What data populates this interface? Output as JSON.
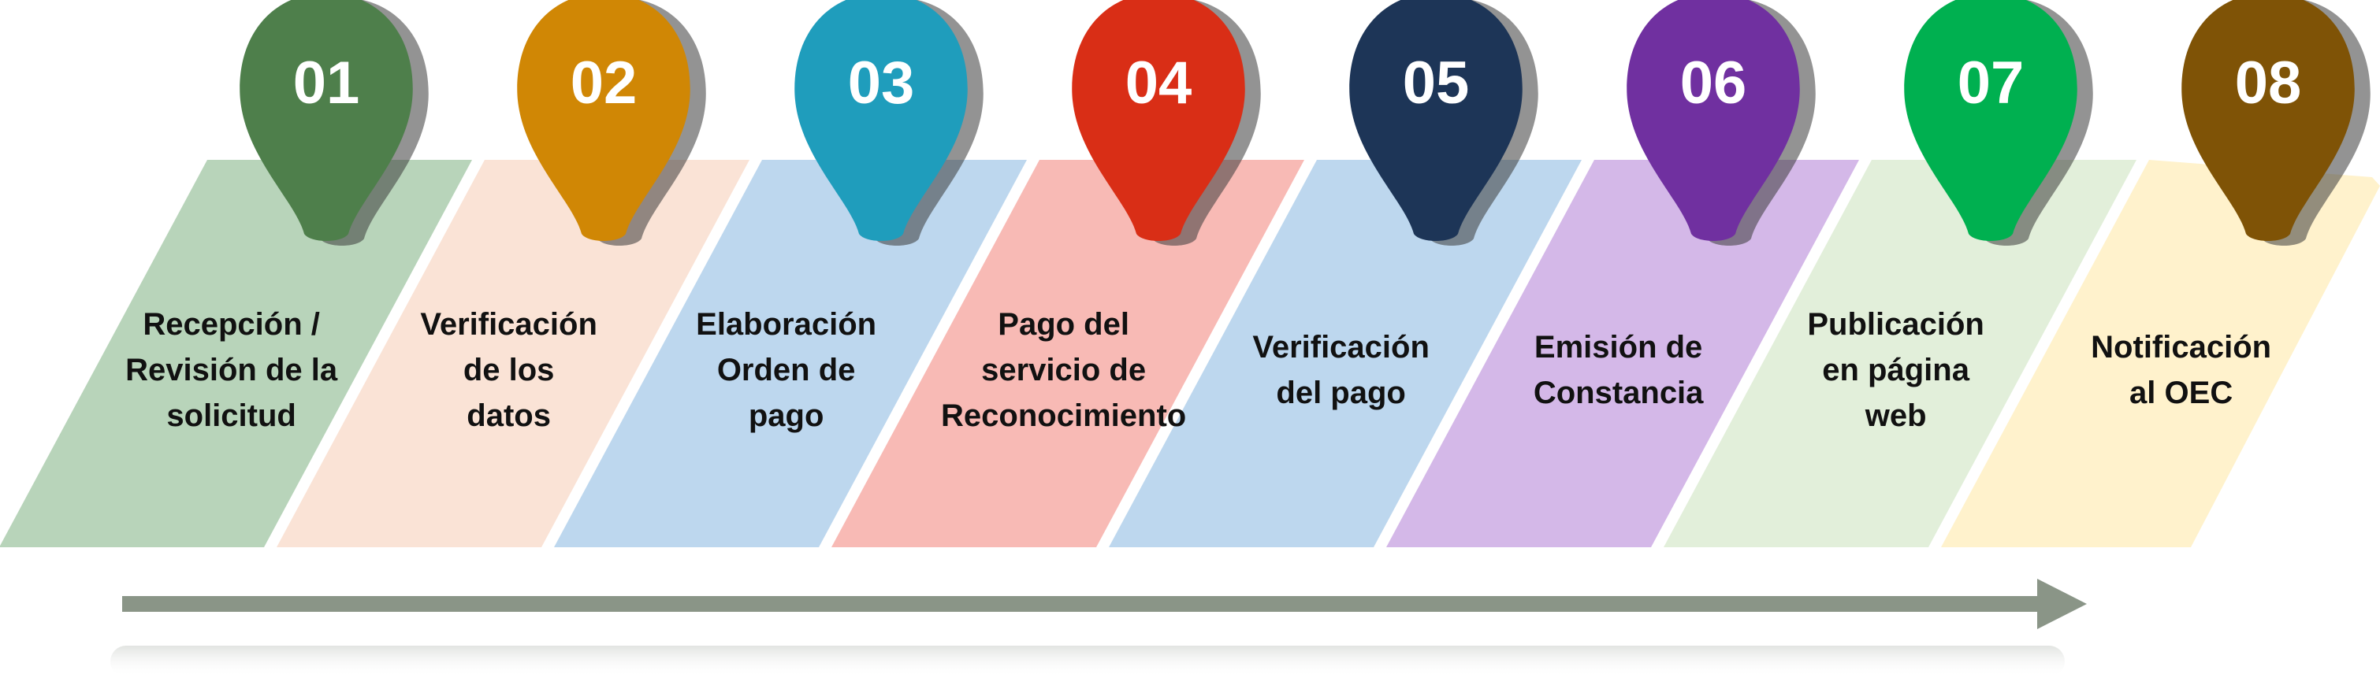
{
  "steps": [
    {
      "number": "01",
      "label": "Recepción /\nRevisión de la\nsolicitud",
      "band_color": "#B8D4BA",
      "pin_color": "#4E7F4B"
    },
    {
      "number": "02",
      "label": "Verificación\nde los\ndatos",
      "band_color": "#FAE3D6",
      "pin_color": "#D08705"
    },
    {
      "number": "03",
      "label": "Elaboración\nOrden de\npago",
      "band_color": "#BDD7EE",
      "pin_color": "#1F9DBC"
    },
    {
      "number": "04",
      "label": "Pago del\nservicio de\nReconocimiento",
      "band_color": "#F8BAB5",
      "pin_color": "#D92E16"
    },
    {
      "number": "05",
      "label": "Verificación\ndel pago",
      "band_color": "#BDD7EE",
      "pin_color": "#1D3557"
    },
    {
      "number": "06",
      "label": "Emisión de\nConstancia",
      "band_color": "#D4B8E8",
      "pin_color": "#7030A0"
    },
    {
      "number": "07",
      "label": "Publicación\nen página\nweb",
      "band_color": "#E2EFDA",
      "pin_color": "#00B050"
    },
    {
      "number": "08",
      "label": "Notificación\nal OEC",
      "band_color": "#FFF2CC",
      "pin_color": "#7F5306"
    }
  ],
  "arrow_color": "#8A9587"
}
